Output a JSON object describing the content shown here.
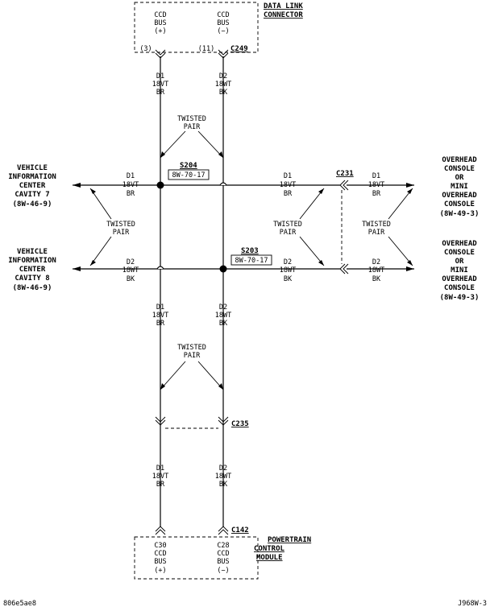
{
  "connectors": {
    "dlc": {
      "name_line1": "DATA LINK",
      "name_line2": "CONNECTOR",
      "pins": [
        {
          "l1": "CCD",
          "l2": "BUS",
          "l3": "(+)",
          "cavity": "(3)"
        },
        {
          "l1": "CCD",
          "l2": "BUS",
          "l3": "(−)",
          "cavity": "(11)"
        }
      ],
      "id": "C249"
    },
    "c231": "C231",
    "c235": "C235",
    "c142": "C142",
    "pcm": {
      "name_line1": "POWERTRAIN",
      "name_line2": "CONTROL",
      "name_line3": "MODULE",
      "pins": [
        {
          "l1": "C30",
          "l2": "CCD",
          "l3": "BUS",
          "l4": "(+)"
        },
        {
          "l1": "C28",
          "l2": "CCD",
          "l3": "BUS",
          "l4": "(−)"
        }
      ]
    }
  },
  "wires": {
    "d1": {
      "circuit": "D1",
      "gauge": "18VT",
      "color": "BR"
    },
    "d2": {
      "circuit": "D2",
      "gauge": "18WT",
      "color": "BK"
    }
  },
  "twisted_pair": {
    "l1": "TWISTED",
    "l2": "PAIR"
  },
  "splices": {
    "s204": {
      "id": "S204",
      "ref": "8W-70-17"
    },
    "s203": {
      "id": "S203",
      "ref": "8W-70-17"
    }
  },
  "left_labels": {
    "top": [
      "VEHICLE",
      "INFORMATION",
      "CENTER",
      "CAVITY 7",
      "(8W-46-9)"
    ],
    "bottom": [
      "VEHICLE",
      "INFORMATION",
      "CENTER",
      "CAVITY 8",
      "(8W-46-9)"
    ]
  },
  "right_labels": {
    "top": [
      "OVERHEAD",
      "CONSOLE",
      "OR",
      "MINI",
      "OVERHEAD",
      "CONSOLE",
      "(8W-49-3)"
    ],
    "bottom": [
      "OVERHEAD",
      "CONSOLE",
      "OR",
      "MINI",
      "OVERHEAD",
      "CONSOLE",
      "(8W-49-3)"
    ]
  },
  "footer": {
    "left": "806e5ae8",
    "right": "J968W-3"
  }
}
